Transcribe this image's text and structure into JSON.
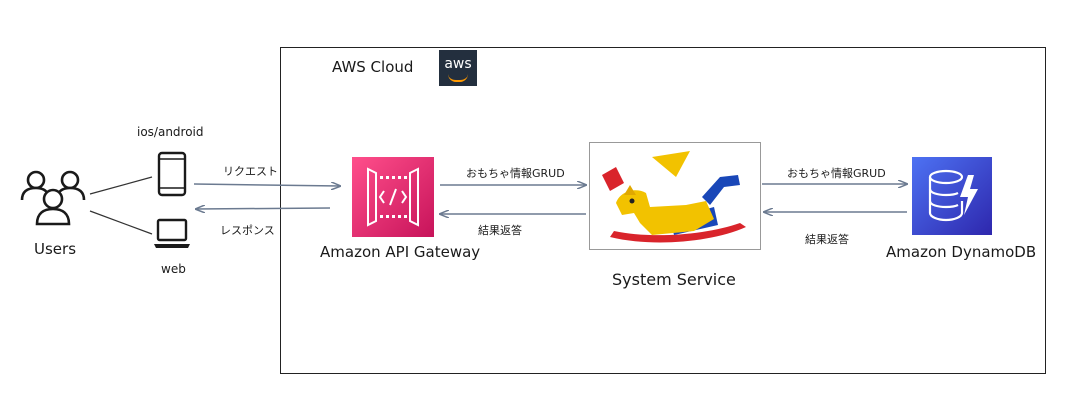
{
  "cloud": {
    "title": "AWS Cloud",
    "badge": "aws"
  },
  "clients": {
    "users_label": "Users",
    "mobile_label": "ios/android",
    "web_label": "web"
  },
  "flows": {
    "request_label": "リクエスト",
    "response_label": "レスポンス",
    "gw_to_service_label": "おもちゃ情報GRUD",
    "service_to_gw_label": "結果返答",
    "service_to_db_label": "おもちゃ情報GRUD",
    "db_to_service_label": "結果返答"
  },
  "services": {
    "api_gateway_label": "Amazon API Gateway",
    "system_service_label": "System Service",
    "dynamodb_label": "Amazon DynamoDB"
  },
  "colors": {
    "api_gateway": "#e7157b",
    "dynamodb": "#3b48cc",
    "aws_badge_bg": "#232f3e",
    "aws_smile": "#ff9900",
    "arrow": "#6b7a90"
  }
}
